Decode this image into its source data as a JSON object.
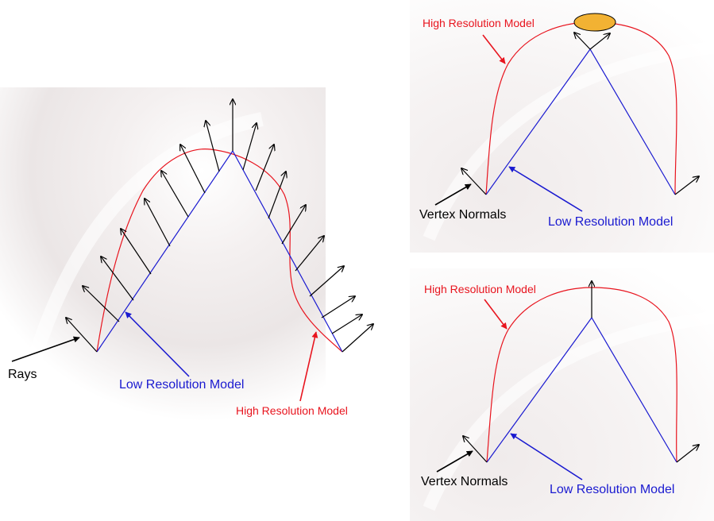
{
  "colors": {
    "high_res": "#e8141e",
    "low_res": "#1a1ad0",
    "arrow_black": "#000000",
    "arrow_red": "#e8141e",
    "arrow_blue": "#1a1ad0",
    "ellipse_fill": "#f2b233",
    "panel_tint": "#eeeaea"
  },
  "panel_left": {
    "label_rays": "Rays",
    "label_low_res": "Low Resolution Model",
    "label_high_res": "High Resolution Model"
  },
  "panel_top_right": {
    "label_high_res": "High Resolution Model",
    "label_vertex_normals": "Vertex Normals",
    "label_low_res": "Low Resolution Model"
  },
  "panel_bottom_right": {
    "label_high_res": "High Resolution Model",
    "label_vertex_normals": "Vertex Normals",
    "label_low_res": "Low Resolution Model"
  }
}
